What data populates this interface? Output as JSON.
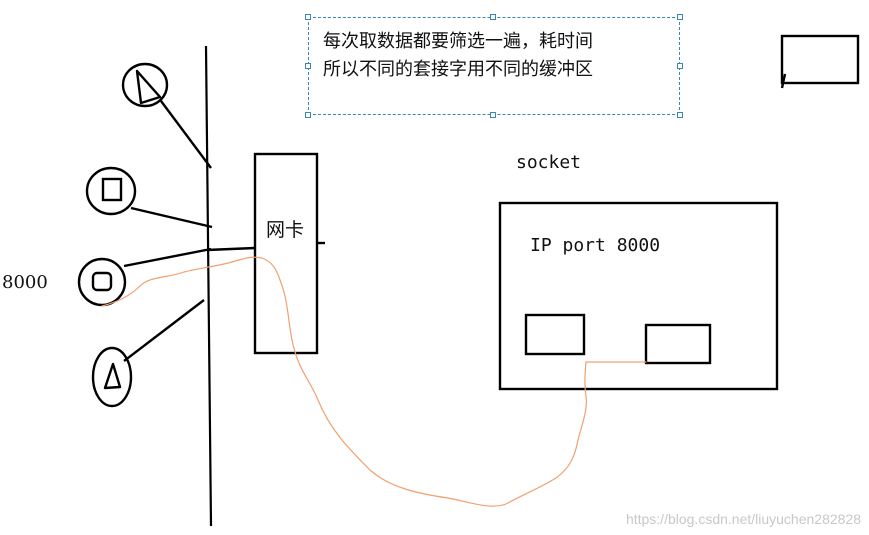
{
  "note": {
    "line1": "每次取数据都要筛选一遍，耗时间",
    "line2": "所以不同的套接字用不同的缓冲区"
  },
  "labels": {
    "nic": "网卡",
    "socket": "socket",
    "ip_port": "IP port 8000",
    "port_left": "8000"
  },
  "watermark": "https://blog.csdn.net/liuyuchen282828",
  "colors": {
    "stroke": "#000000",
    "trace": "#f0a070",
    "selection": "#3a86b8"
  },
  "icons": {
    "client_1": "triangle-icon",
    "client_2": "square-icon",
    "client_3": "rounded-square-icon",
    "client_4": "triangle-icon"
  }
}
